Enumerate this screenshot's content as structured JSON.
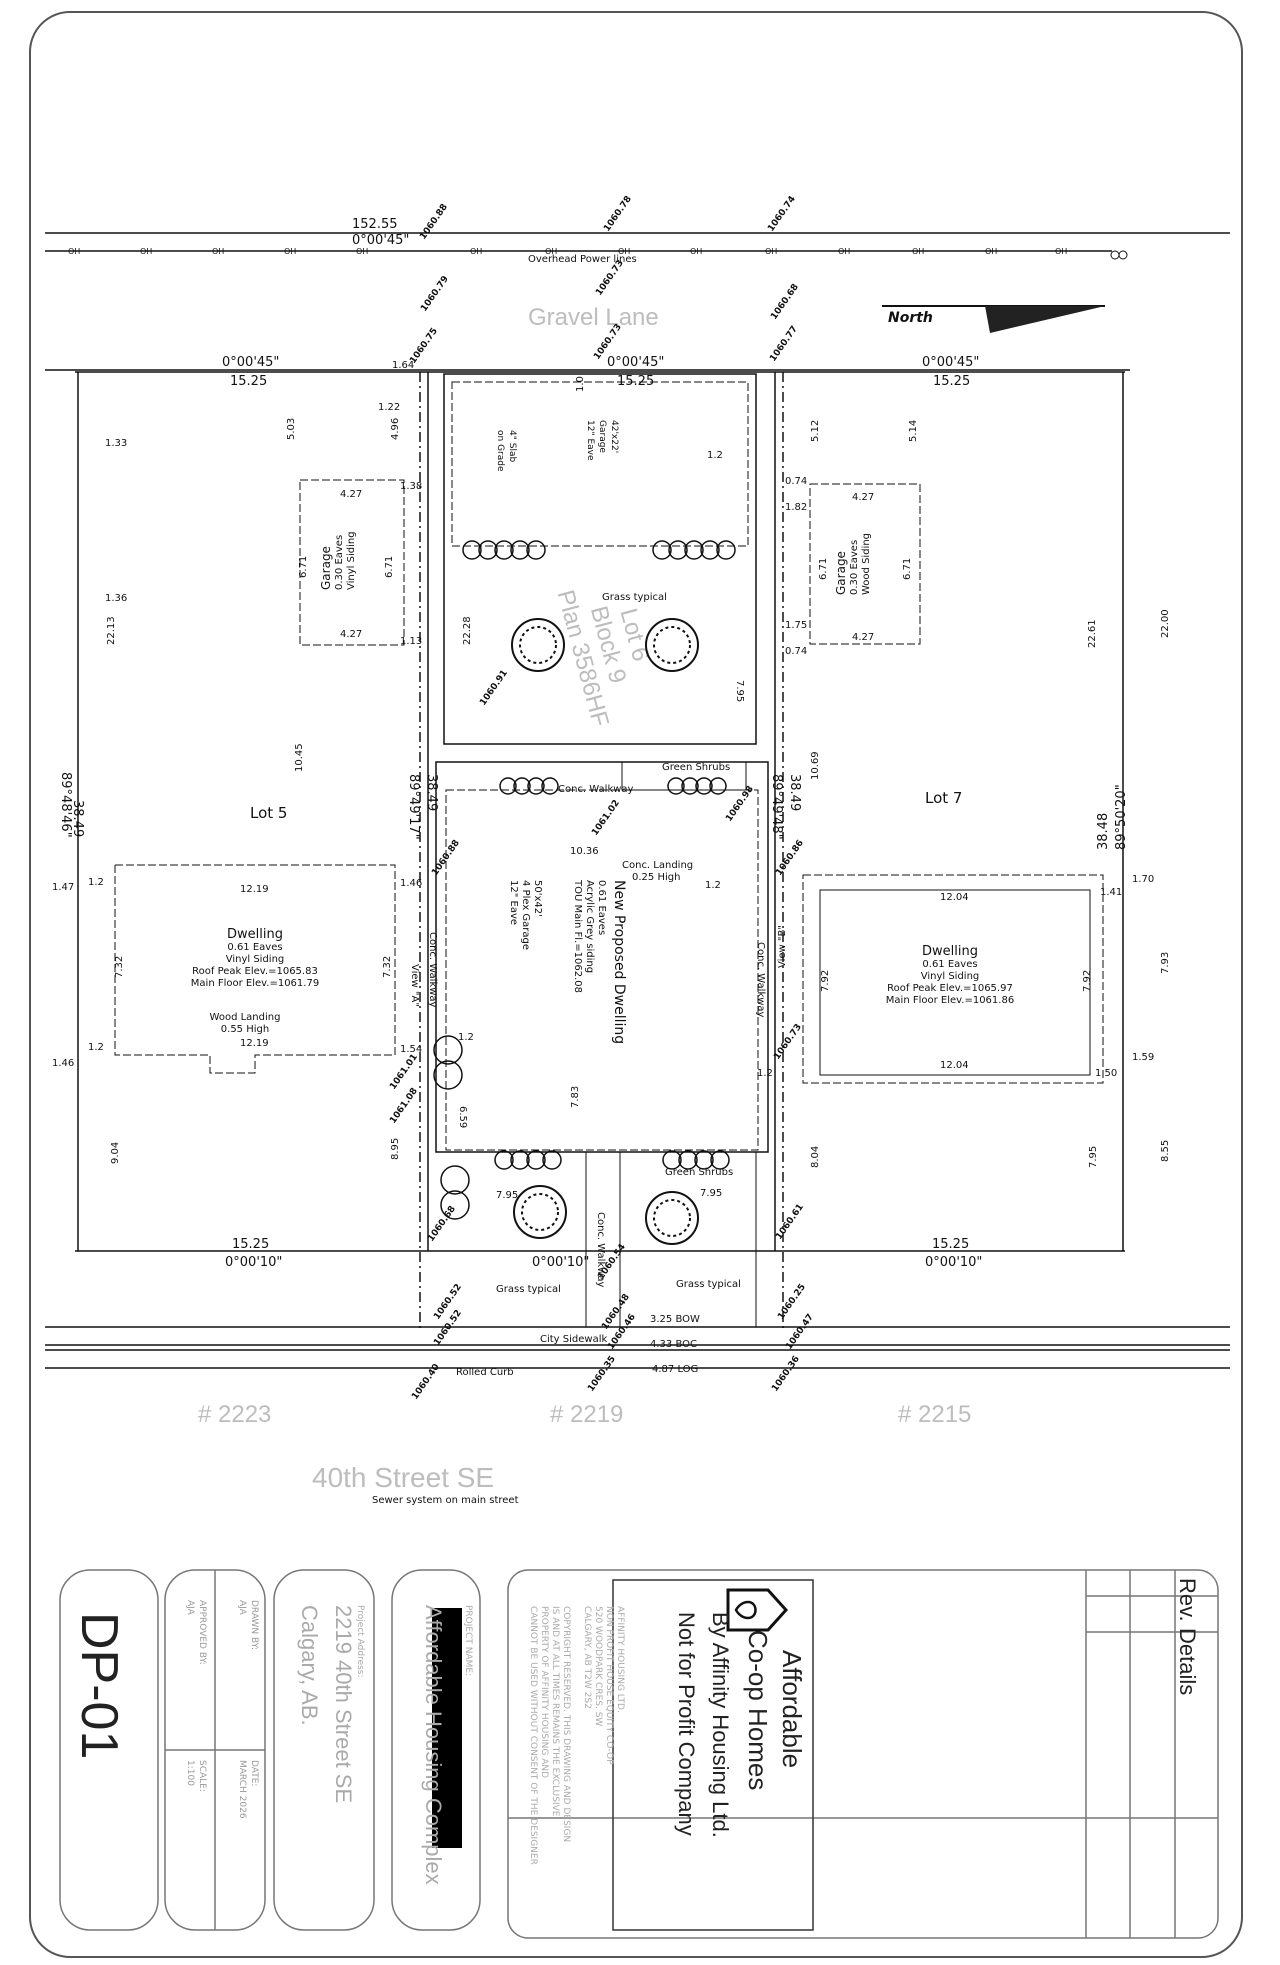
{
  "plan": {
    "north": "North",
    "lane": "Gravel Lane",
    "overhead": "Overhead Power lines",
    "street": "40th Street SE",
    "sewer": "Sewer system on main street",
    "sidewalk": "City Sidewalk",
    "curb": "Rolled Curb",
    "bow": "3.25 BOW",
    "boc": "4.33 BOC",
    "log": "4.87 LOG",
    "addresses": [
      "# 2223",
      "# 2219",
      "# 2215"
    ],
    "lot5": "Lot 5",
    "lot7": "Lot 7",
    "lot6": [
      "Lot 6",
      "Block 9",
      "Plan 3586HF"
    ],
    "top_bearing": "152.55",
    "top_angle": "0°00'45\"",
    "lot5_front": "15.25",
    "lot5_front_angle": "0°00'45\"",
    "lot6_front": "15.25",
    "lot6_front_angle": "0°00'45\"",
    "lot7_front": "15.25",
    "lot7_front_angle": "0°00'45\"",
    "lot5_rear": "15.25",
    "lot5_rear_angle": "0°00'10\"",
    "lot6_rear_angle": "0°00'10\"",
    "lot7_rear": "15.25",
    "lot7_rear_angle": "0°00'10\"",
    "lot5_side": "38.49",
    "lot5_side_angle": "89°48'46\"",
    "lot6_side_left": "38.49",
    "lot6_side_left_angle": "89°49'17\"",
    "lot6_side_right": "38.49",
    "lot6_side_right_angle": "89°49'48\"",
    "lot7_side": "38.48",
    "lot7_side_angle": "89°50'20\"",
    "garage6": [
      "42'x22'",
      "Garage",
      "12\" Eave"
    ],
    "slab": [
      "4\" Slab",
      "on Grade"
    ],
    "garage5": [
      "Garage",
      "0.30 Eaves",
      "Vinyl Siding"
    ],
    "garage7": [
      "Garage",
      "0.30 Eaves",
      "Wood Siding"
    ],
    "dwelling5": [
      "Dwelling",
      "0.61 Eaves",
      "Vinyl Siding",
      "Roof Peak Elev.=1065.83",
      "Main Floor Elev.=1061.79"
    ],
    "dwelling7": [
      "Dwelling",
      "0.61 Eaves",
      "Vinyl Siding",
      "Roof Peak Elev.=1065.97",
      "Main Floor Elev.=1061.86"
    ],
    "wood_landing": [
      "Wood Landing",
      "0.55 High"
    ],
    "conc_landing": [
      "Conc. Landing",
      "0.25 High"
    ],
    "proposed": [
      "50'x42'",
      "4 Plex Garage",
      "12\" Eave",
      "New Proposed Dwelling",
      "0.61 Eaves",
      "Acrylic Grey siding",
      "TOU Main Fl.=1062.08"
    ],
    "grass": "Grass typical",
    "green_shrubs": "Green Shrubs",
    "conc_walkway": "Conc. Walkway",
    "view_a": "View \"A\"",
    "view_b": "View \"B\"",
    "elevations": [
      "1060.88",
      "1060.78",
      "1060.74",
      "1060.79",
      "1060.73",
      "1060.68",
      "1060.73",
      "1060.77",
      "1060.75",
      "1060.91",
      "1061.02",
      "1060.98",
      "1060.88",
      "1060.86",
      "1061.01",
      "1061.08",
      "1060.73",
      "1060.68",
      "1060.54",
      "1060.61",
      "1060.52",
      "1060.52",
      "1060.48",
      "1060.46",
      "1060.25",
      "1060.47",
      "1060.40",
      "1060.35",
      "1060.36"
    ],
    "dims": [
      "1.64",
      "1.22",
      "1.33",
      "1.36",
      "5.03",
      "4.96",
      "1.38",
      "4.27",
      "6.71",
      "6.71",
      "4.27",
      "1.13",
      "22.13",
      "22.28",
      "1.0",
      "1.2",
      "5.12",
      "5.14",
      "0.74",
      "1.82",
      "4.27",
      "6.71",
      "6.71",
      "4.27",
      "1.75",
      "0.74",
      "22.61",
      "22.00",
      "7.95",
      "10.45",
      "10.69",
      "10.36",
      "1.47",
      "1.2",
      "12.19",
      "1.46",
      "7.32",
      "7.32",
      "12.19",
      "1.2",
      "1.54",
      "1.46",
      "1.2",
      "1.2",
      "1.70",
      "1.41",
      "12.04",
      "7.92",
      "7.92",
      "7.93",
      "12.04",
      "1.50",
      "1.59",
      "1.2",
      "9.04",
      "8.95",
      "6.59",
      "7.83",
      "8.04",
      "7.95",
      "8.55",
      "7.95",
      "7.95"
    ]
  },
  "titleblock": {
    "rev": "Rev.",
    "details": "Details",
    "brand": [
      "Affordable",
      "Co-op Homes",
      "By Affinity Housing Ltd.",
      "Not for Profit Company"
    ],
    "company": [
      "AFFINITY HOUSING LTD.",
      "NON PROFIT HOUSE EQUITY CO-OP",
      "520 WOODPARK CRES. SW",
      "CALGARY, AB T2W 2S2"
    ],
    "copyright": [
      "COPYRIGHT RESERVED. THIS DRAWING AND DESIGN",
      "IS AND AT ALL TIMES REMAINS THE EXCLUSIVE",
      "PROPERTY OF AFFINITY HOUSING AND",
      "CANNOT BE USED WITHOUT CONSENT OF THE DESIGNER"
    ],
    "project_label": "PROJECT NAME:",
    "project": "Affordable Housing Complex",
    "address_label": "Project Address:",
    "address": [
      "2219 40th Street SE",
      "Calgary, AB."
    ],
    "drawn_label": "DRAWN BY:",
    "drawn": "AJA",
    "approved_label": "APPROVED BY:",
    "approved": "AJA",
    "date_label": "DATE:",
    "date": "MARCH 2026",
    "scale_label": "SCALE:",
    "scale": "1:100",
    "sheet": "DP-01"
  }
}
